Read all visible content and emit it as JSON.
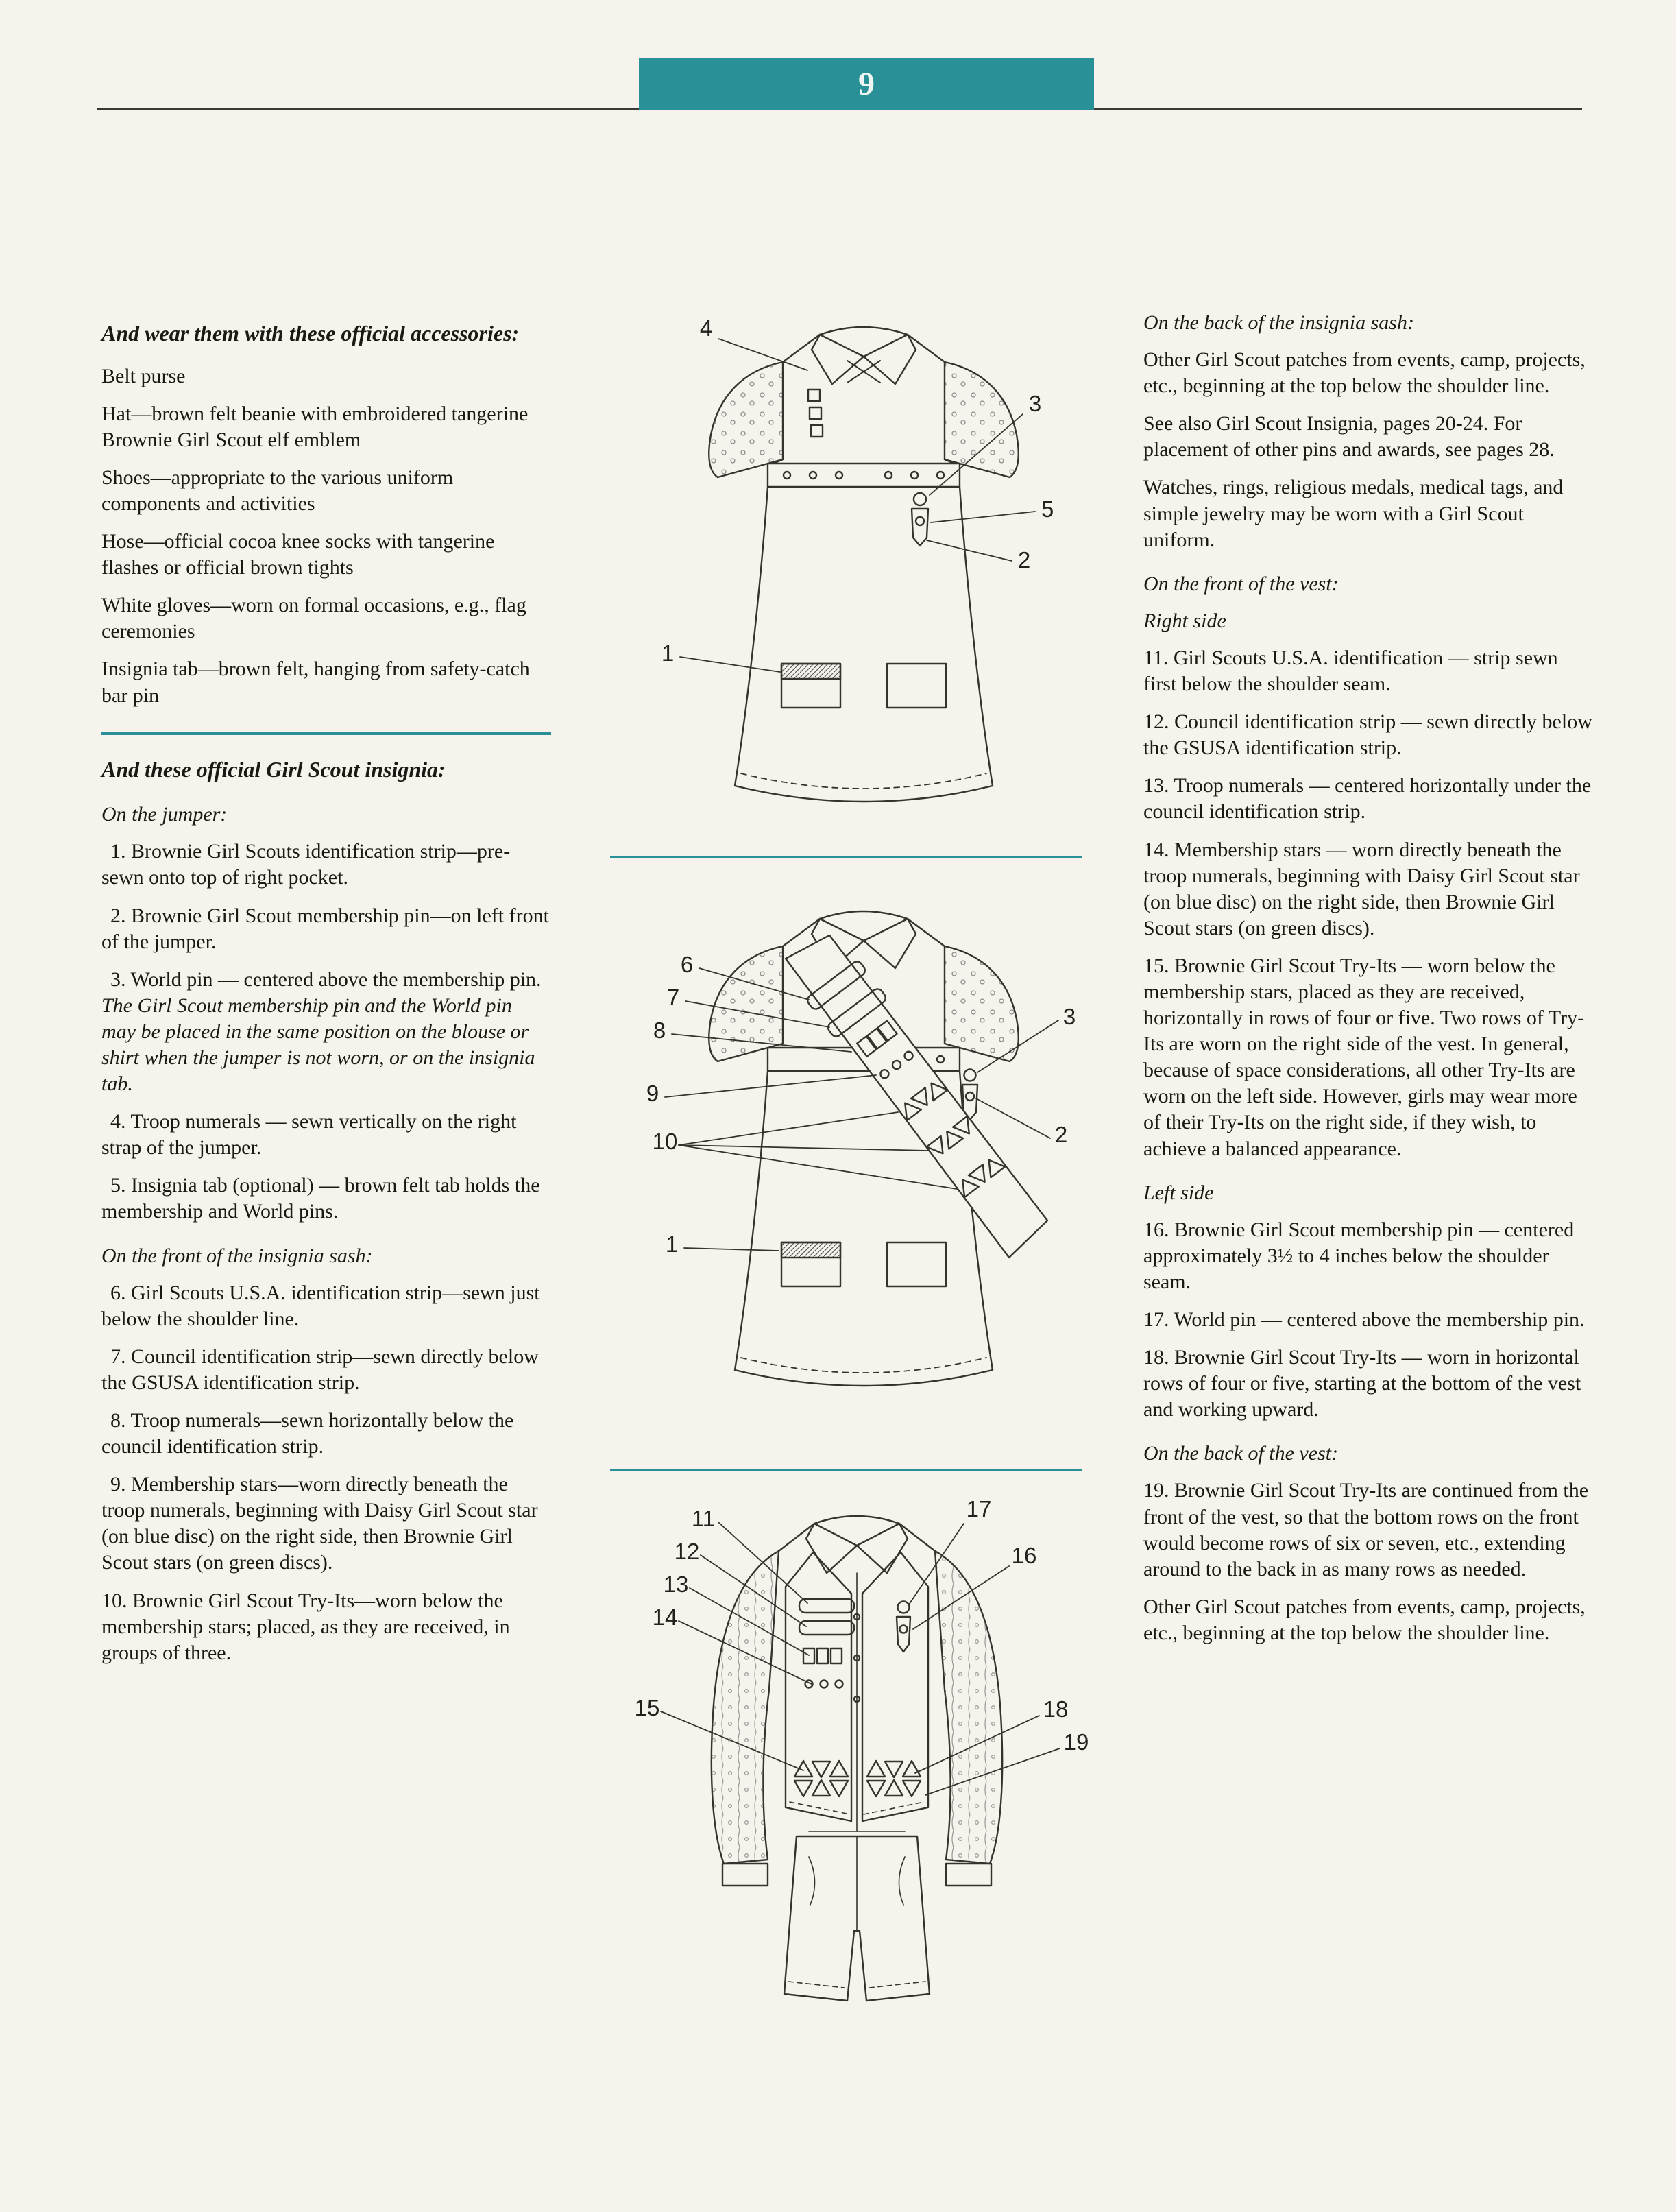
{
  "page": {
    "number": "9",
    "accent_color": "#2a9097"
  },
  "left": {
    "accessories_heading": "And wear them with these official accessories:",
    "accessories": [
      "Belt purse",
      "Hat—brown felt beanie with embroidered tangerine Brownie Girl Scout elf emblem",
      "Shoes—appropriate to the various uniform components and activities",
      "Hose—official cocoa knee socks with tangerine flashes or official brown tights",
      "White gloves—worn on formal occasions, e.g., flag ceremonies",
      "Insignia tab—brown felt, hanging from safety-catch bar pin"
    ],
    "insignia_heading": "And these official Girl Scout insignia:",
    "on_jumper_heading": "On the jumper:",
    "jumper_items_a": [
      "1. Brownie Girl Scouts identification strip—pre-sewn onto top of right pocket.",
      "2. Brownie Girl Scout membership pin—on left front of the jumper."
    ],
    "jumper_item3_normal": "3. World pin — centered above the membership pin. ",
    "jumper_item3_italic": "The Girl Scout membership pin and the World pin may be placed in the same position on the blouse or shirt when the jumper is not worn, or on the insignia tab.",
    "jumper_items_b": [
      "4. Troop numerals — sewn vertically on the right strap of the jumper.",
      "5. Insignia tab (optional) — brown felt tab holds the membership and World pins."
    ],
    "sash_front_heading": "On the front of the insignia sash:",
    "sash_items": [
      "6. Girl Scouts U.S.A. identification strip—sewn just below the shoulder line.",
      "7. Council identification strip—sewn directly below the GSUSA identification strip.",
      "8. Troop numerals—sewn horizontally below the council identification strip.",
      "9. Membership stars—worn directly beneath the troop numerals, beginning with Daisy Girl Scout star (on blue disc) on the right side, then Brownie Girl Scout stars (on green discs).",
      "10. Brownie Girl Scout Try-Its—worn below the membership stars; placed, as they are received, in groups of three."
    ]
  },
  "right": {
    "sash_back_heading": "On the back of the insignia sash:",
    "sash_back_paragraphs": [
      "Other Girl Scout patches from events, camp, projects, etc., beginning at the top below the shoulder line.",
      "See also Girl Scout Insignia, pages 20-24. For placement of other pins and awards, see pages 28.",
      "Watches, rings, religious medals, medical tags, and simple jewelry may be worn with a Girl Scout uniform."
    ],
    "vest_front_heading": "On the front of the vest:",
    "right_side_heading": "Right side",
    "right_side_items": [
      "11. Girl Scouts U.S.A. identification — strip sewn first below the shoulder seam.",
      "12. Council identification strip — sewn directly below the GSUSA identification strip.",
      "13. Troop numerals — centered horizontally under the council identification strip.",
      "14. Membership stars — worn directly beneath the troop numerals, beginning with Daisy Girl Scout star (on blue disc) on the right side, then Brownie Girl Scout stars (on green discs).",
      "15. Brownie Girl Scout Try-Its — worn below the membership stars, placed as they are received, horizontally in rows of four or five. Two rows of Try-Its are worn on the right side of the vest. In general, because of space considerations, all other Try-Its are worn on the left side. However, girls may wear more of their Try-Its on the right side, if they wish, to achieve a balanced appearance."
    ],
    "left_side_heading": "Left side",
    "left_side_items": [
      "16. Brownie Girl Scout membership pin — centered approximately 3½ to 4 inches below the shoulder seam.",
      "17. World pin — centered above the membership pin.",
      "18. Brownie Girl Scout Try-Its — worn in horizontal rows of four or five, starting at the bottom of the vest and working upward."
    ],
    "vest_back_heading": "On the back of the vest:",
    "vest_back_paragraphs": [
      "19. Brownie Girl Scout Try-Its are continued from the front of the vest, so that the bottom rows on the front would become rows of six or seven, etc., extending around to the back in as many rows as needed.",
      "Other Girl Scout patches from events, camp, projects, etc., beginning at the top below the shoulder line."
    ]
  },
  "figures": {
    "jumper": {
      "callouts": [
        "4",
        "3",
        "5",
        "2",
        "1"
      ]
    },
    "sash": {
      "callouts": [
        "6",
        "7",
        "8",
        "9",
        "10",
        "3",
        "2",
        "1"
      ]
    },
    "vest": {
      "callouts": [
        "11",
        "12",
        "13",
        "14",
        "15",
        "17",
        "16",
        "18",
        "19"
      ]
    }
  }
}
